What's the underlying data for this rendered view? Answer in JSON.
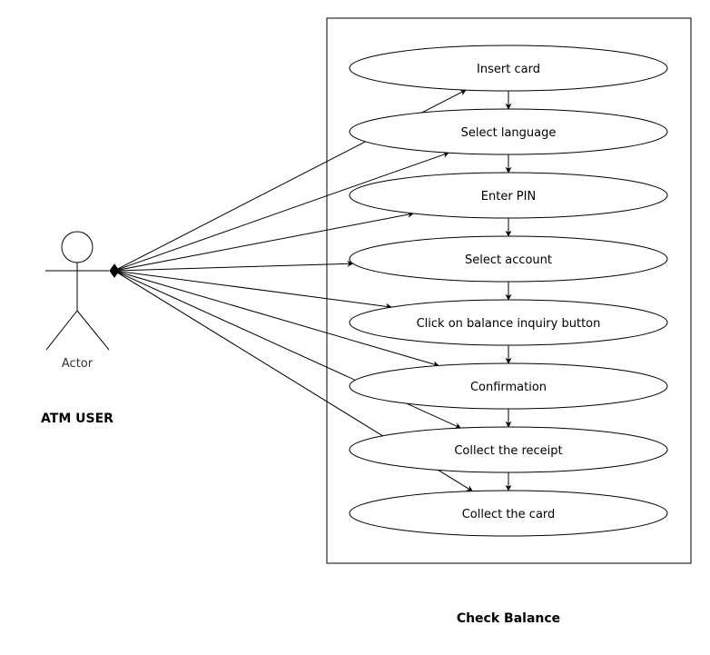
{
  "actor": {
    "label": "Actor",
    "caption": "ATM USER"
  },
  "system": {
    "caption": "Check Balance"
  },
  "use_cases": [
    "Insert card",
    "Select language",
    "Enter PIN",
    "Select account",
    "Click on balance inquiry button",
    "Confirmation",
    "Collect the receipt",
    "Collect the card"
  ],
  "colors": {
    "stroke": "#000000",
    "fill": "#ffffff"
  }
}
